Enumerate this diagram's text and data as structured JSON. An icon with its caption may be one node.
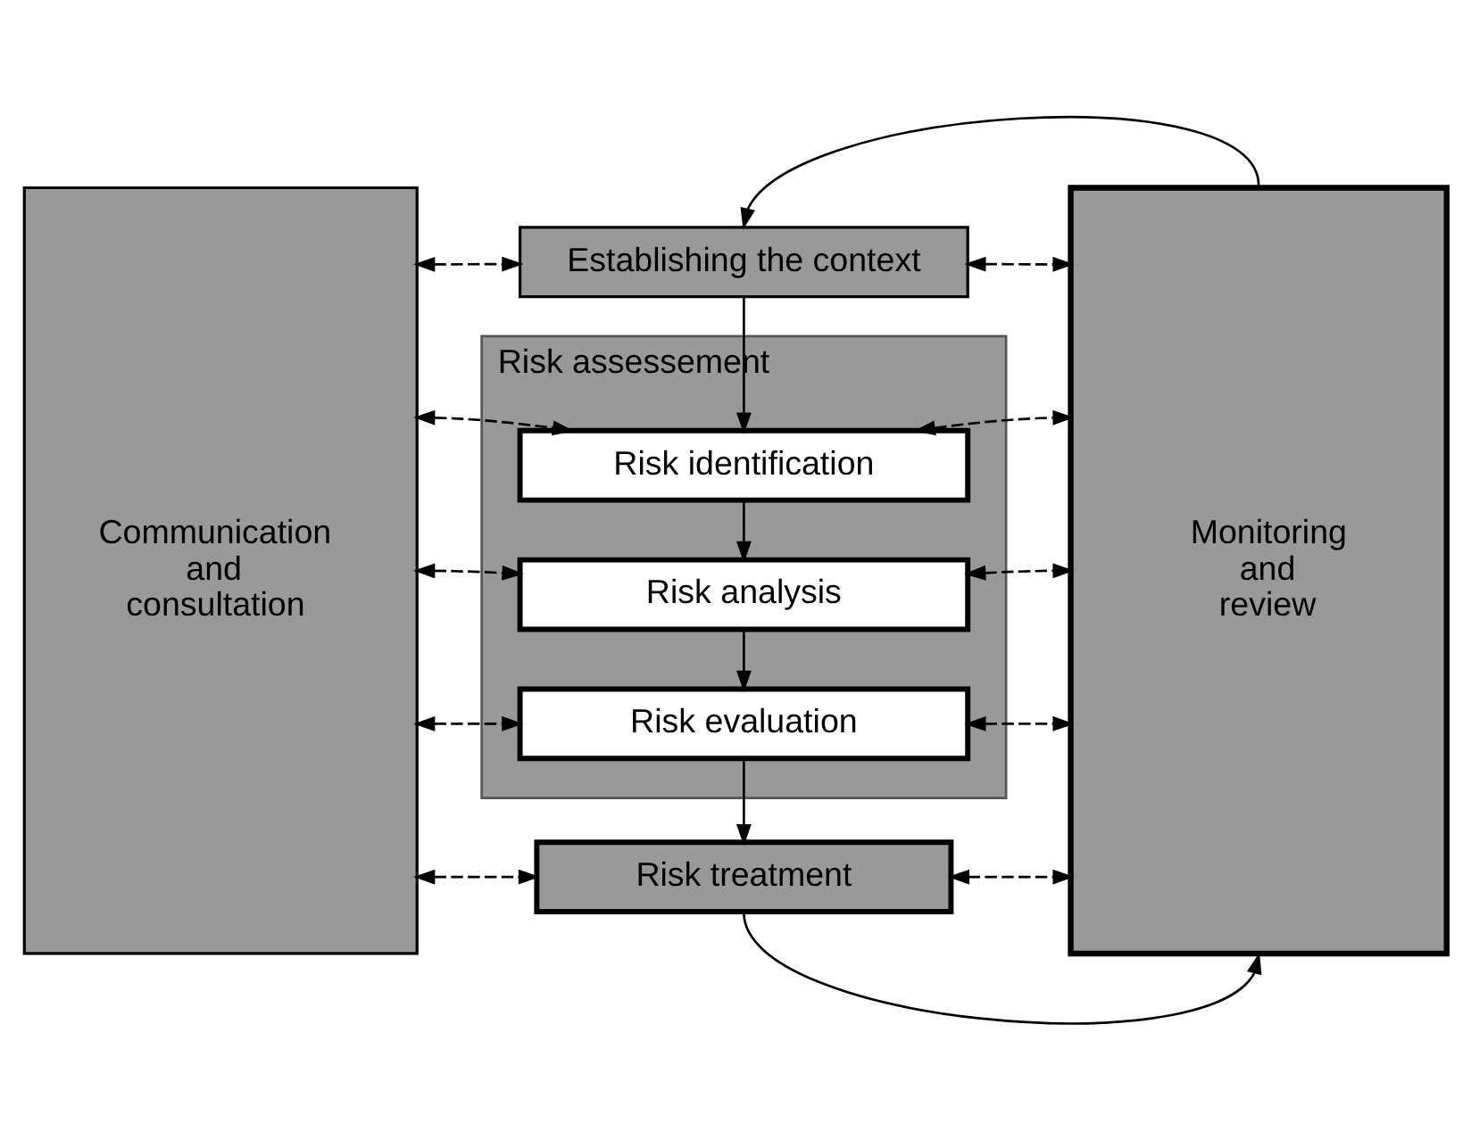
{
  "diagram": {
    "nodes": [
      {
        "text": [
          "Communication and consultation"
        ]
      },
      {
        "text": [
          "Establishing the context"
        ]
      },
      {
        "text": [
          "Risk assessement"
        ]
      },
      {
        "text": [
          "Risk identification"
        ],
        "in": 2
      },
      {
        "text": [
          "Risk analysis"
        ],
        "in": 2
      },
      {
        "text": [
          "Risk evaluation"
        ],
        "in": 2
      },
      {
        "text": [
          "Risk treatment"
        ]
      },
      {
        "text": [
          "Monitoring and review"
        ]
      }
    ],
    "edges": [
      {
        "from": 7,
        "to": 1,
        "arrow": "to"
      },
      {
        "from": 1,
        "to": 3,
        "arrow": "to"
      },
      {
        "from": 3,
        "to": 4,
        "arrow": "to"
      },
      {
        "from": 4,
        "to": 5,
        "arrow": "to"
      },
      {
        "from": 5,
        "to": 6,
        "arrow": "to"
      },
      {
        "from": 6,
        "to": 7,
        "arrow": "to"
      },
      {
        "from": 0,
        "to": 1,
        "arrow": "both",
        "style": "dashed"
      },
      {
        "from": 1,
        "to": 7,
        "arrow": "both",
        "style": "dashed"
      },
      {
        "from": 0,
        "to": 3,
        "arrow": "both",
        "style": "dashed"
      },
      {
        "from": 3,
        "to": 7,
        "arrow": "both",
        "style": "dashed"
      },
      {
        "from": 0,
        "to": 4,
        "arrow": "both",
        "style": "dashed"
      },
      {
        "from": 4,
        "to": 7,
        "arrow": "both",
        "style": "dashed"
      },
      {
        "from": 0,
        "to": 5,
        "arrow": "both",
        "style": "dashed"
      },
      {
        "from": 5,
        "to": 7,
        "arrow": "both",
        "style": "dashed"
      },
      {
        "from": 0,
        "to": 6,
        "arrow": "both",
        "style": "dashed"
      },
      {
        "from": 6,
        "to": 7,
        "arrow": "both",
        "style": "dashed"
      }
    ]
  }
}
